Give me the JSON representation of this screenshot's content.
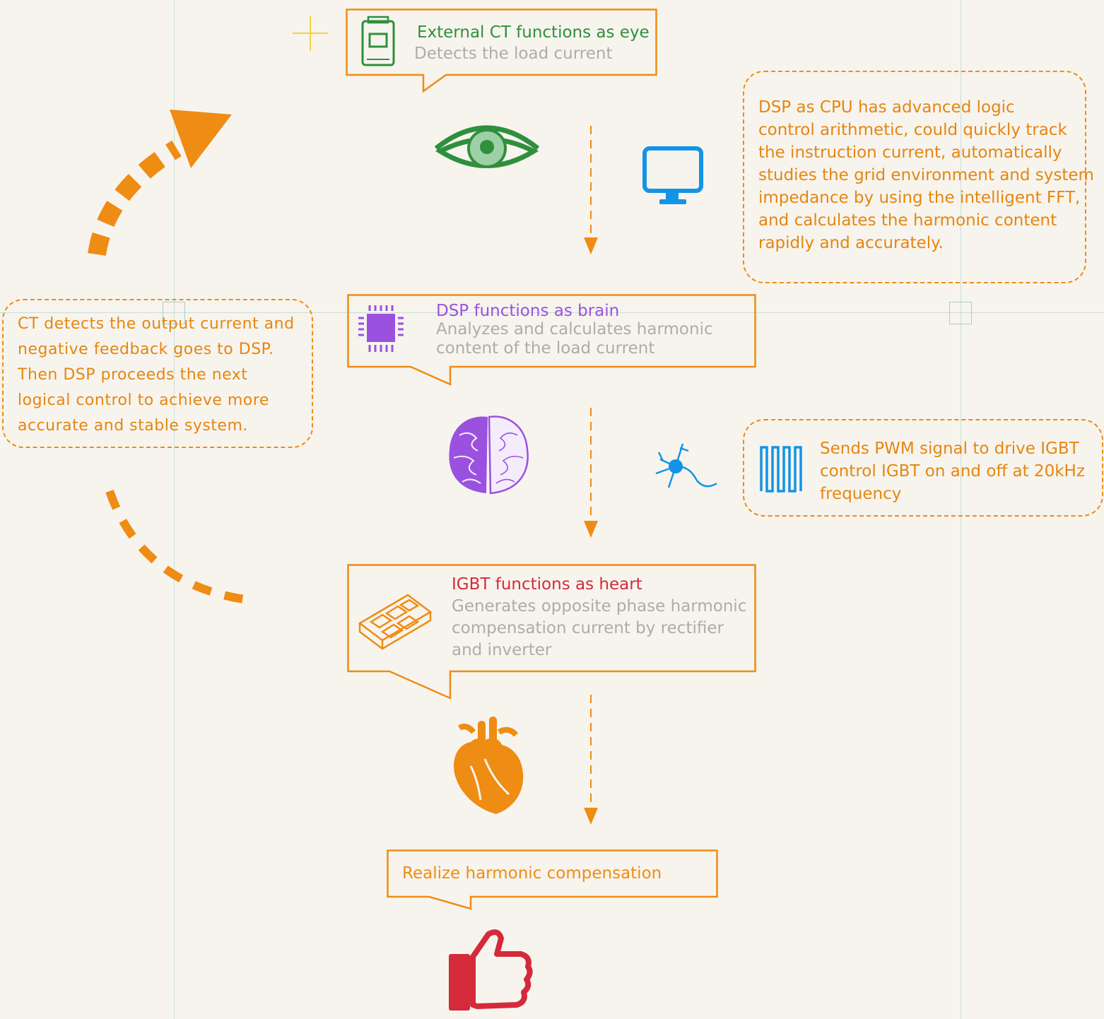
{
  "steps": {
    "ct": {
      "title": "External CT functions as eye",
      "subtitle": "Detects the load current",
      "title_color": "#2f8f3c"
    },
    "dsp": {
      "title": "DSP  functions as brain",
      "subtitle_line1": "Analyzes and calculates harmonic",
      "subtitle_line2": "content of  the load current",
      "title_color": "#9b51e0"
    },
    "igbt": {
      "title": "IGBT  functions as heart",
      "subtitle_line1": "Generates opposite phase harmonic",
      "subtitle_line2": "compensation current  by rectifier",
      "subtitle_line3": "and  inverter",
      "title_color": "#d42a3a"
    },
    "result": {
      "title": "Realize  harmonic compensation",
      "title_color": "#ef8c13"
    }
  },
  "notes": {
    "dsp_cpu": {
      "lines": [
        "DSP as CPU has advanced logic",
        "control arithmetic, could quickly track",
        "the instruction current, automatically",
        "studies the grid environment and system",
        "impedance by using the intelligent FFT,",
        "and calculates the harmonic content",
        "rapidly and accurately."
      ]
    },
    "feedback": {
      "lines": [
        "CT detects the output current and",
        "negative feedback goes to DSP.",
        "Then DSP proceeds the next",
        "logical control to achieve more",
        "accurate and stable system."
      ]
    },
    "pwm": {
      "lines": [
        "Sends PWM signal to drive IGBT",
        "control IGBT on and off at 20kHz",
        "frequency"
      ]
    }
  },
  "icons": [
    "current-transformer-icon",
    "eye-icon",
    "monitor-icon",
    "chip-icon",
    "brain-icon",
    "neuron-icon",
    "pwm-waveform-icon",
    "igbt-module-icon",
    "heart-icon",
    "thumbs-up-icon"
  ],
  "colors": {
    "accent": "#ef8c13",
    "green": "#2f8f3c",
    "purple": "#9b51e0",
    "red": "#d42a3a",
    "blue": "#1394e6",
    "muted": "#b0aca4"
  }
}
